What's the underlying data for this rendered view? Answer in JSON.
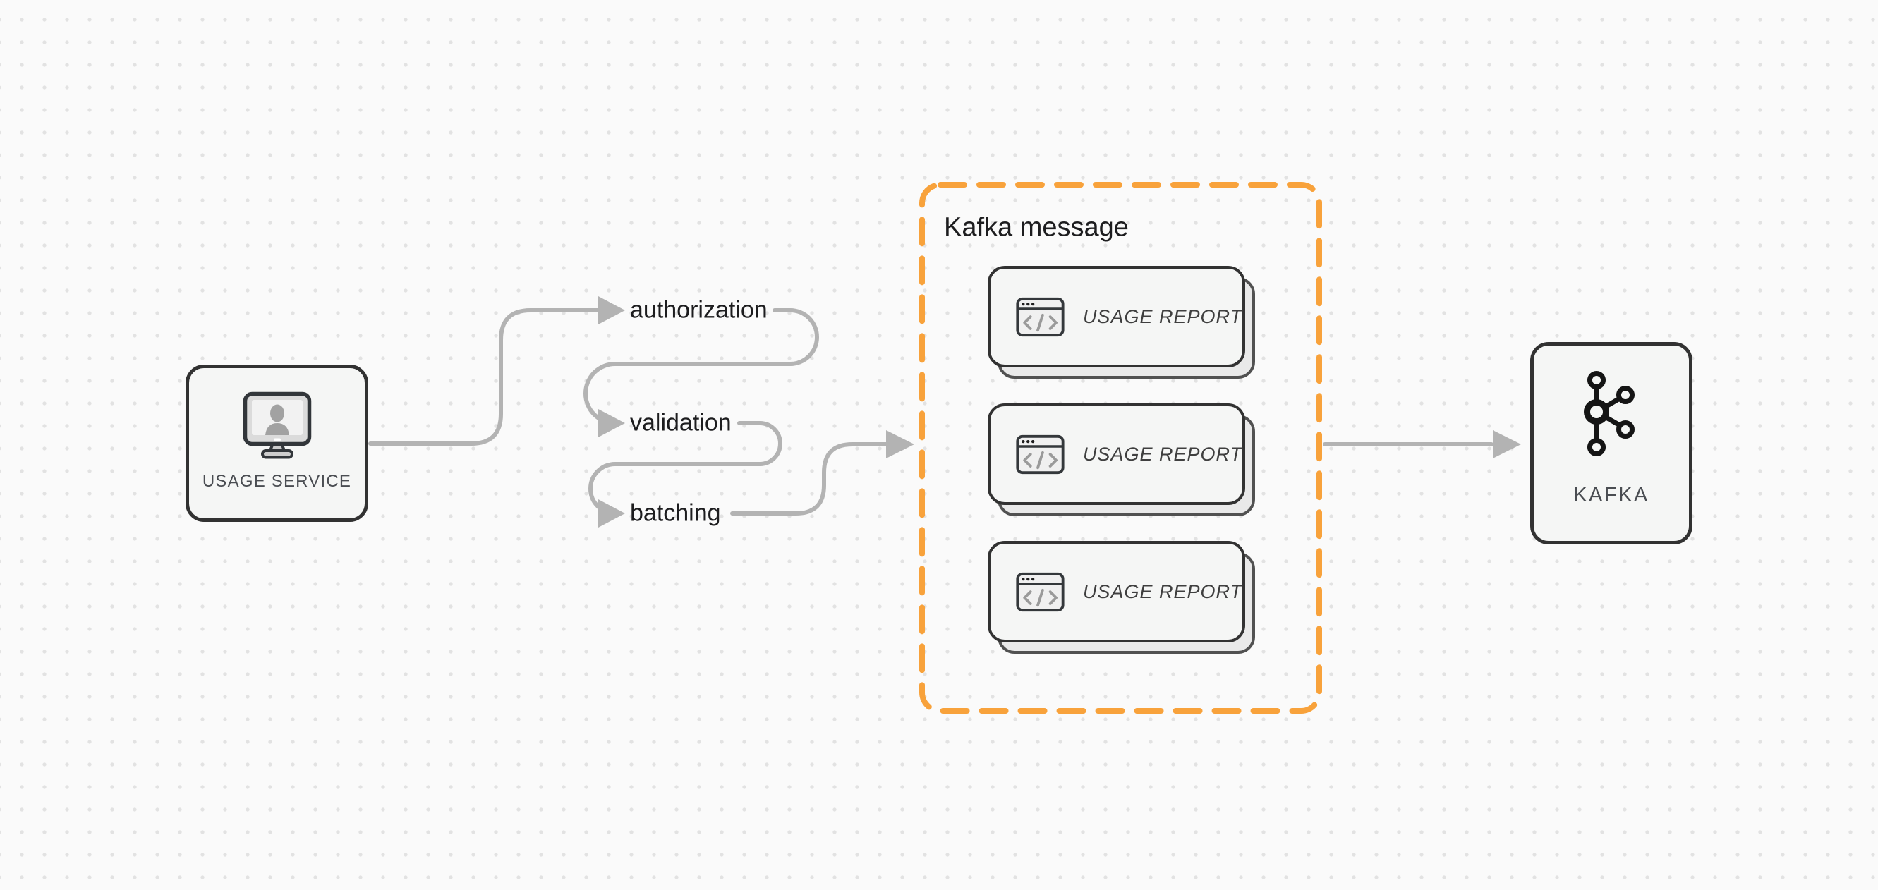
{
  "diagram": {
    "source_node": {
      "label": "USAGE SERVICE",
      "icon": "user-monitor-icon"
    },
    "pipeline": {
      "steps": [
        {
          "label": "authorization"
        },
        {
          "label": "validation"
        },
        {
          "label": "batching"
        }
      ]
    },
    "kafka_message": {
      "title": "Kafka message",
      "cards": [
        {
          "label": "USAGE REPORT",
          "icon": "code-window-icon"
        },
        {
          "label": "USAGE REPORT",
          "icon": "code-window-icon"
        },
        {
          "label": "USAGE REPORT",
          "icon": "code-window-icon"
        }
      ]
    },
    "sink_node": {
      "label": "KAFKA",
      "icon": "kafka-logo-icon"
    }
  },
  "colors": {
    "accent-orange": "#F8A23B",
    "connector-gray": "#B3B3B3",
    "border-ink": "#323232",
    "node-fill": "#F5F6F5",
    "canvas-bg": "#FAFAFA",
    "dot-gray": "#E2E2E2",
    "label-ink": "#1D1D1F",
    "muted-ink": "#4A4D52"
  }
}
